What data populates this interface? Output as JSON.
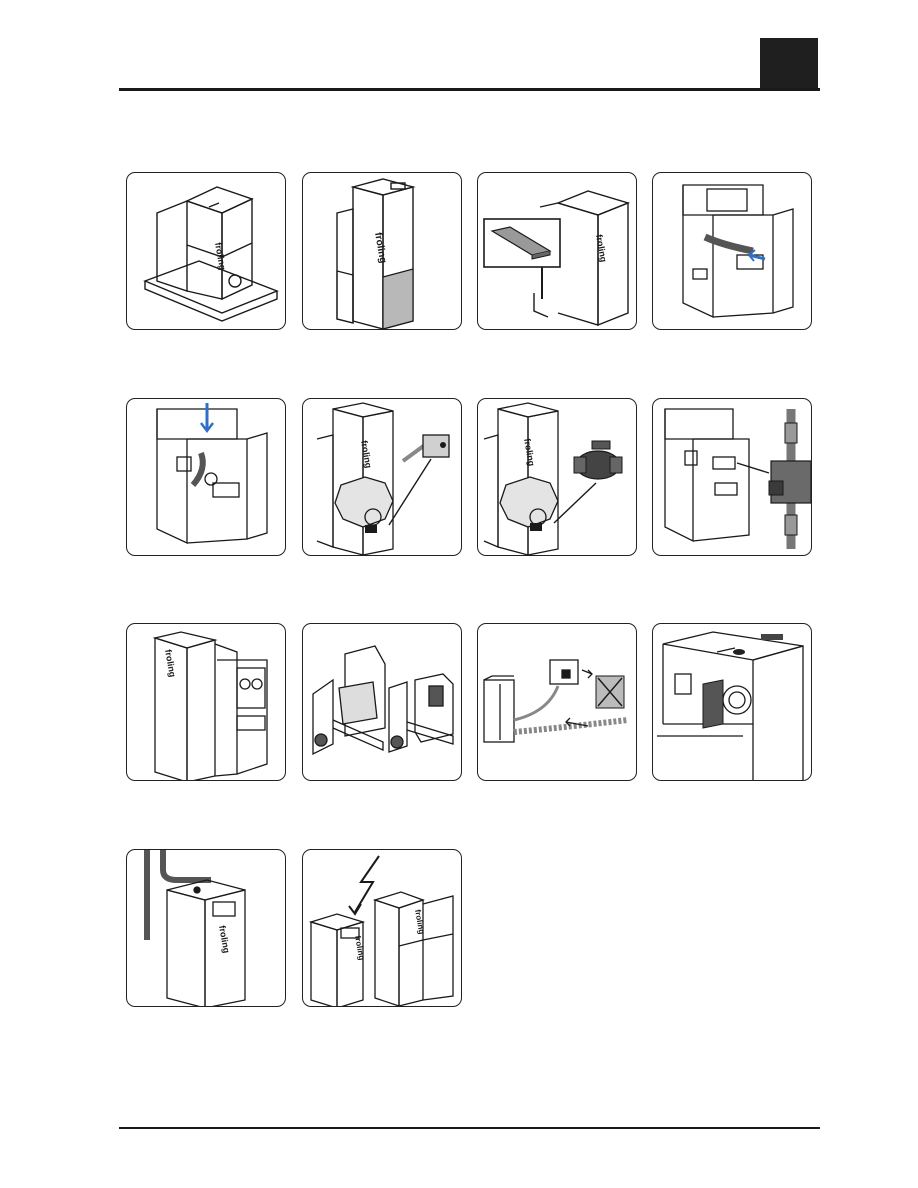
{
  "header": {
    "chapter_tab": ""
  },
  "brand": "froling",
  "steps": [
    {
      "icon": "boiler-on-pallet"
    },
    {
      "icon": "boiler-panels-removed"
    },
    {
      "icon": "wooden-beam-support"
    },
    {
      "icon": "heat-exchanger-pipe"
    },
    {
      "icon": "lifting-out-unit"
    },
    {
      "icon": "temperature-sensor"
    },
    {
      "icon": "ball-valve"
    },
    {
      "icon": "pump-group"
    },
    {
      "icon": "boiler-with-hopper"
    },
    {
      "icon": "pallet-trucks"
    },
    {
      "icon": "vacuum-suction-hose"
    },
    {
      "icon": "boiler-top-detail"
    },
    {
      "icon": "flue-connection"
    },
    {
      "icon": "electrical-warning"
    }
  ],
  "colors": {
    "ink": "#1a1a1a",
    "accent_blue": "#2f6fc7",
    "panel_grey": "#b8b8b8"
  }
}
